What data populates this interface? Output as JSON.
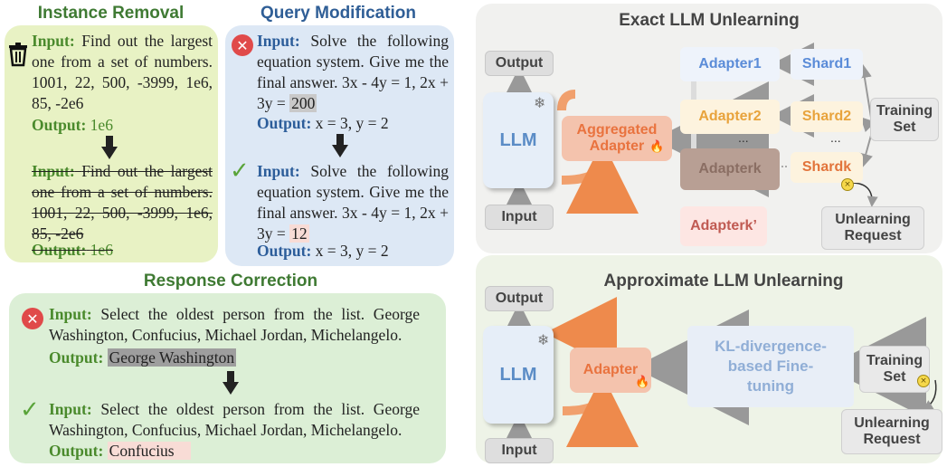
{
  "instance_removal": {
    "title": "Instance Removal",
    "before_input_label": "Input:",
    "before_input_text": "Find out the largest one from a set of numbers. 1001, 22, 500, -3999, 1e6, 85, -2e6",
    "before_output_label": "Output:",
    "before_output_text": "1e6",
    "after_input_label": "Input:",
    "after_input_text": "Find out the largest one from a set of numbers. 1001, 22, 500, -3999, 1e6, 85, -2e6",
    "after_output_label": "Output:",
    "after_output_text": "1e6"
  },
  "query_modification": {
    "title": "Query Modification",
    "before_input_label": "Input:",
    "before_input_text": "Solve the following equation system. Give me the final answer. 3x - 4y = 1, 2x + 3y =",
    "before_highlight": "200",
    "before_output_label": "Output:",
    "before_output_text": "x = 3, y = 2",
    "after_input_label": "Input:",
    "after_input_text": "Solve the following equation system. Give me the final answer. 3x - 4y = 1, 2x + 3y =",
    "after_highlight": "12",
    "after_output_label": "Output:",
    "after_output_text": "x = 3, y = 2"
  },
  "response_correction": {
    "title": "Response Correction",
    "before_input_label": "Input:",
    "before_input_text": "Select the oldest person from the list. George Washington, Confucius, Michael Jordan, Michelangelo.",
    "before_output_label": "Output:",
    "before_output_text": "George Washington",
    "after_input_label": "Input:",
    "after_input_text": "Select the oldest person from the list. George Washington, Confucius, Michael Jordan, Michelangelo.",
    "after_output_label": "Output:",
    "after_output_text": "Confucius"
  },
  "exact": {
    "title": "Exact LLM Unlearning",
    "output": "Output",
    "input": "Input",
    "llm": "LLM",
    "aggregated": "Aggregated Adapter",
    "adapter1": "Adapter1",
    "adapter2": "Adapter2",
    "adapterk": "Adapterk",
    "adapterk_prime": "Adapterk’",
    "shard1": "Shard1",
    "shard2": "Shard2",
    "shardk": "Shardk",
    "dots": "...",
    "training_set": "Training Set",
    "unlearning_request": "Unlearning Request"
  },
  "approx": {
    "title": "Approximate LLM Unlearning",
    "output": "Output",
    "input": "Input",
    "llm": "LLM",
    "adapter": "Adapter",
    "kl": "KL-divergence-based Fine-tuning",
    "training_set": "Training Set",
    "unlearning_request": "Unlearning Request"
  },
  "colors": {
    "green_panel": "#e8f2c4",
    "blue_panel": "#dde8f5",
    "correction_panel": "#dcefd6",
    "right_panel": "#f1f1ef"
  }
}
